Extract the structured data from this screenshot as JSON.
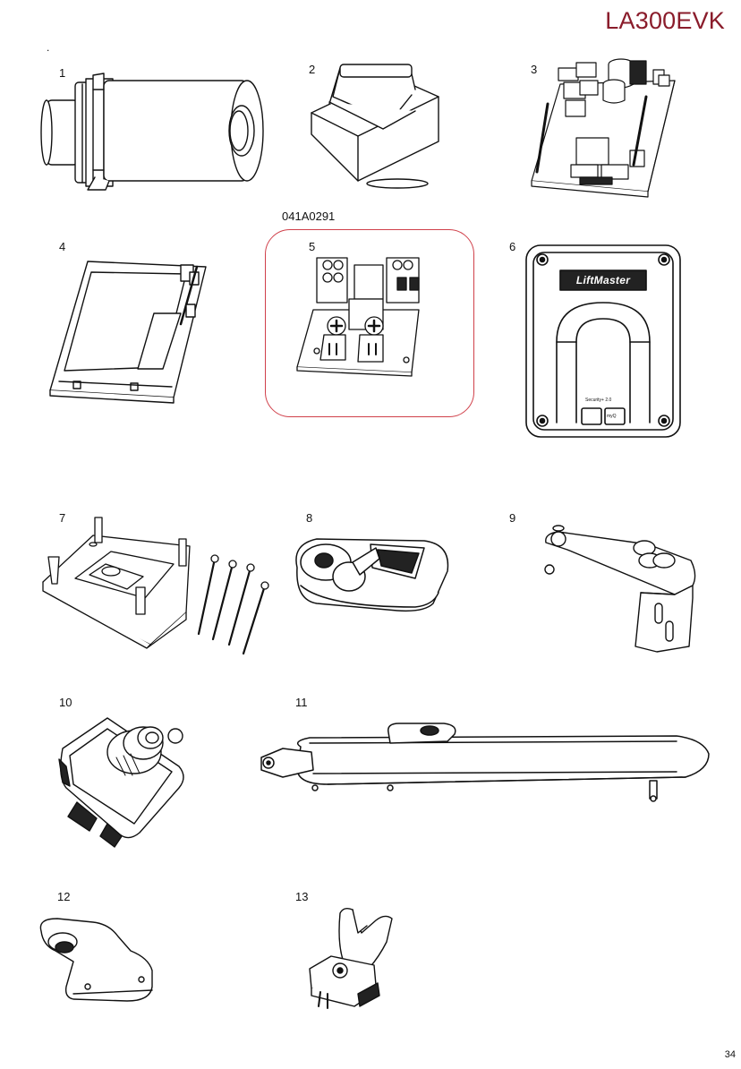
{
  "header": {
    "model": "LA300EVK",
    "mark": "."
  },
  "highlight": {
    "part_code": "041A0291",
    "highlighted_item": "5"
  },
  "items": [
    {
      "number": "1",
      "icon": "motor-icon"
    },
    {
      "number": "2",
      "icon": "transformer-icon"
    },
    {
      "number": "3",
      "icon": "circuit-board-icon"
    },
    {
      "number": "4",
      "icon": "battery-icon"
    },
    {
      "number": "5",
      "icon": "terminal-board-icon"
    },
    {
      "number": "6",
      "icon": "control-box-cover-icon"
    },
    {
      "number": "7",
      "icon": "mounting-base-screws-icon"
    },
    {
      "number": "8",
      "icon": "key-release-icon"
    },
    {
      "number": "9",
      "icon": "front-bracket-icon"
    },
    {
      "number": "10",
      "icon": "cable-gland-icon"
    },
    {
      "number": "11",
      "icon": "actuator-arm-icon"
    },
    {
      "number": "12",
      "icon": "rear-bracket-icon"
    },
    {
      "number": "13",
      "icon": "clevis-bracket-icon"
    }
  ],
  "cover_brand": "LiftMaster",
  "cover_small_text": "Security+ 2.0",
  "cover_button_a": "myQ",
  "footer": {
    "page_number": "34"
  }
}
